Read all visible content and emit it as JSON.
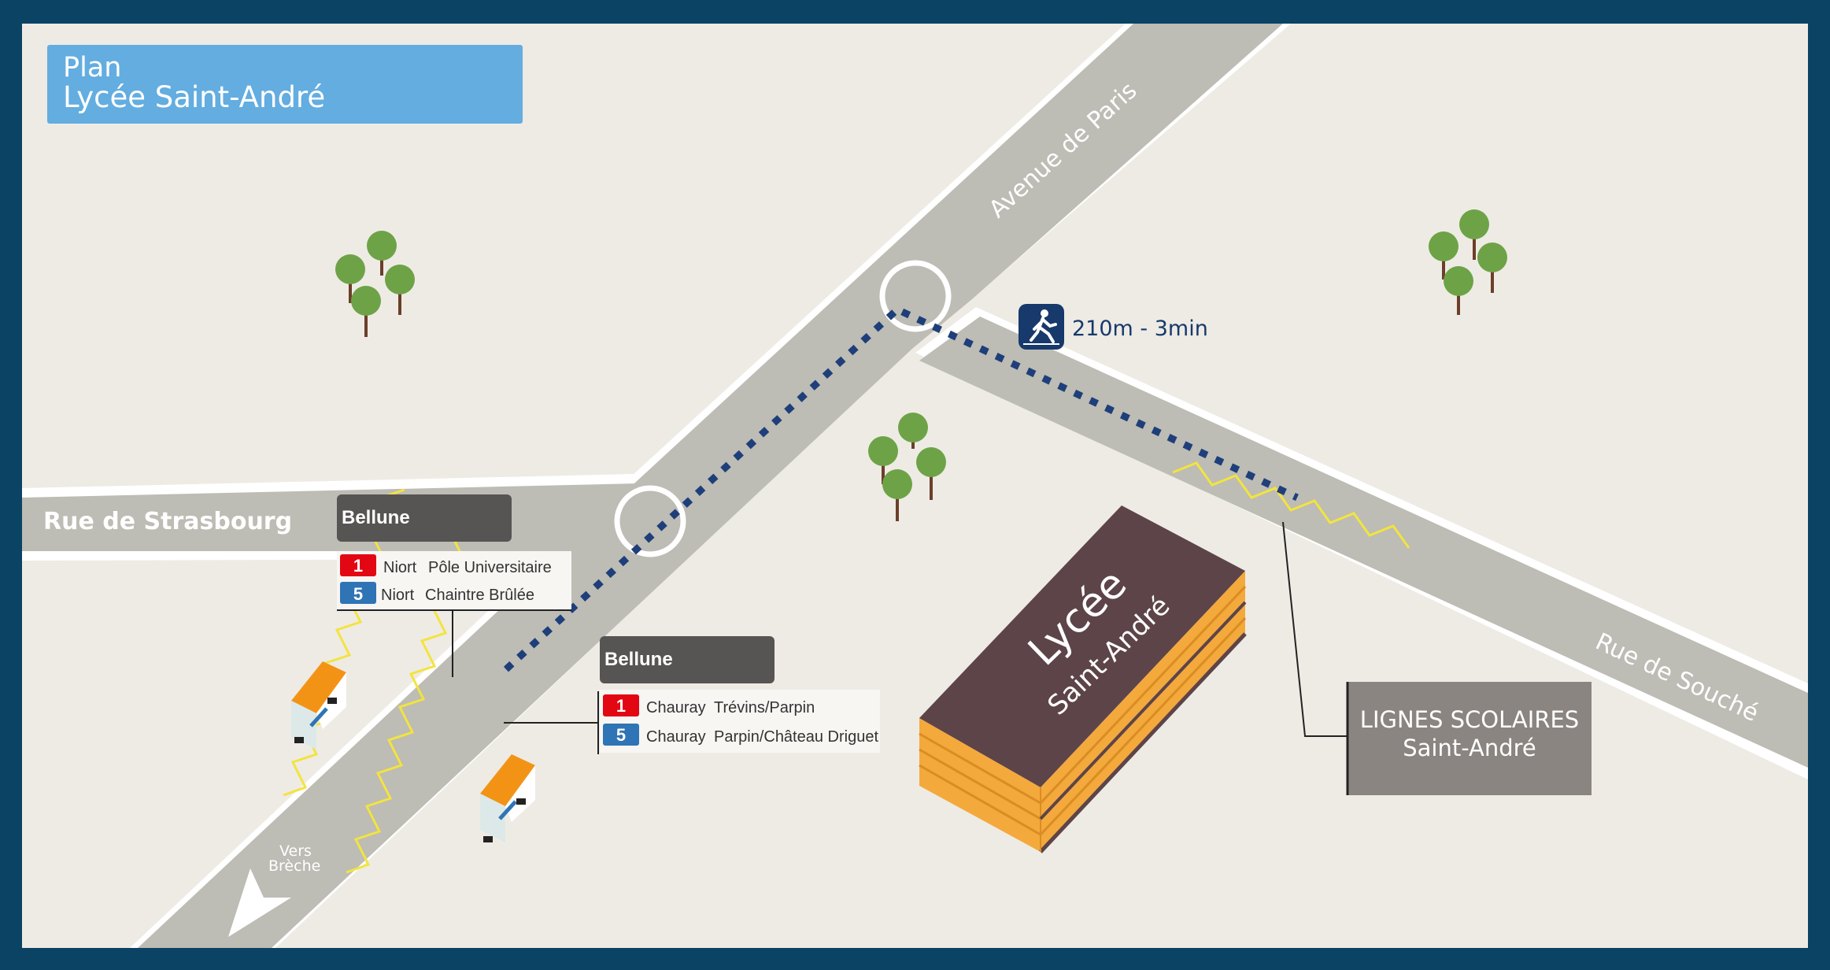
{
  "header": {
    "line1": "Plan",
    "line2": "Lycée Saint-André"
  },
  "streets": {
    "avenue_paris": "Avenue de Paris",
    "rue_strasbourg": "Rue de Strasbourg",
    "rue_souche": "Rue de Souché"
  },
  "walk": {
    "icon": "pedestrian-icon",
    "text": "210m - 3min"
  },
  "direction": {
    "line1": "Vers",
    "line2": "Brèche"
  },
  "stop_west": {
    "name": "Bellune",
    "lines": [
      {
        "num": "1",
        "from": "Niort",
        "to": "Pôle Universitaire",
        "color": "#e30613"
      },
      {
        "num": "5",
        "from": "Niort",
        "to": "Chaintre Brûlée",
        "color": "#2f74b5"
      }
    ]
  },
  "stop_east": {
    "name": "Bellune",
    "lines": [
      {
        "num": "1",
        "from": "Chauray",
        "to": "Trévins/Parpin",
        "color": "#e30613"
      },
      {
        "num": "5",
        "from": "Chauray",
        "to": "Parpin/Château Driguet",
        "color": "#2f74b5"
      }
    ]
  },
  "school": {
    "line1": "Lycée",
    "line2": "Saint-André"
  },
  "school_lines": {
    "line1": "LIGNES SCOLAIRES",
    "line2": "Saint-André"
  },
  "colors": {
    "frame": "#0b4364",
    "ground": "#eeebe5",
    "road": "#bdbcb5",
    "header": "#63ade0",
    "route": "#1e3f7a",
    "stop_box": "#575553",
    "school_roof": "#5d4448",
    "school_side": "#f4a93c",
    "scolaire_box": "#8a8581",
    "tree": "#6da346",
    "trunk": "#6b3f2a",
    "zigzag": "#f2e43e"
  }
}
